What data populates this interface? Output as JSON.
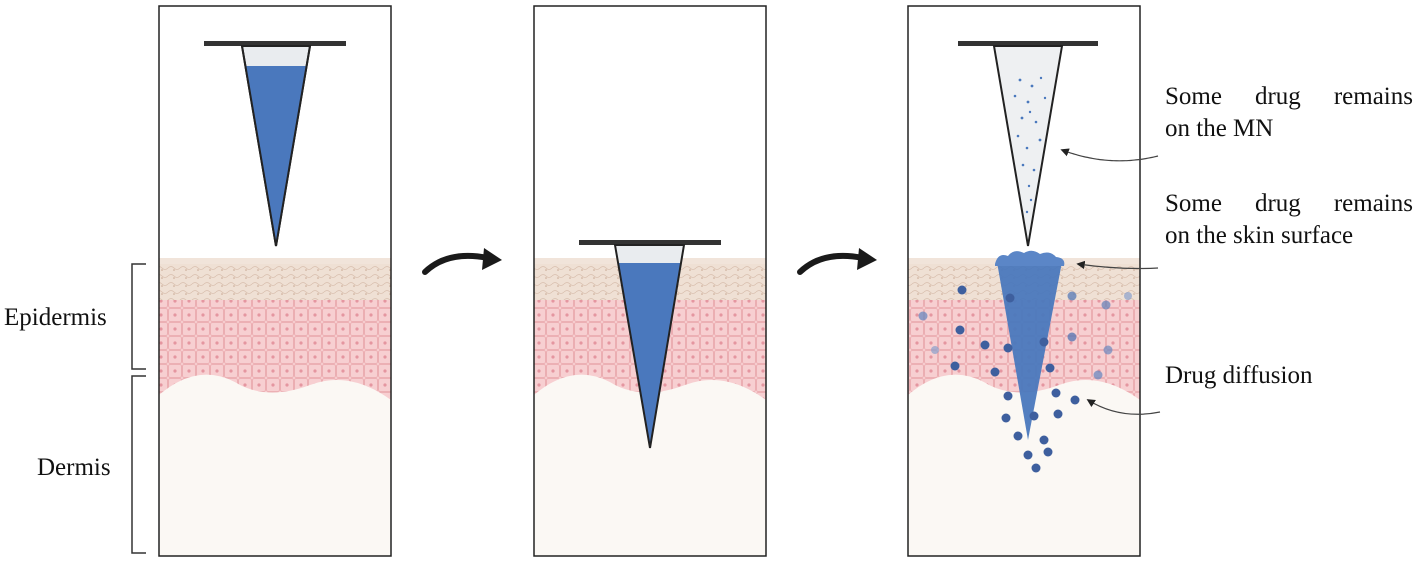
{
  "layer_labels": {
    "epidermis": "Epidermis",
    "dermis": "Dermis"
  },
  "annotations": {
    "mn_remaining": {
      "line1": [
        "Some",
        "drug",
        "remains"
      ],
      "line2": "on the MN"
    },
    "skin_surface": {
      "line1": [
        "Some",
        "drug",
        "remains"
      ],
      "line2": "on the skin surface"
    },
    "diffusion": "Drug diffusion"
  },
  "colors": {
    "drug": "#4a78bd",
    "drug_dark": "#2c4e8c",
    "stratum_corneum": "#ead9cc",
    "viable_epidermis": "#f6c9cc",
    "dermis": "#fbf8f4",
    "cell_line": "#e7a9ad",
    "patch_backing": "#333333",
    "frame": "#222222"
  },
  "panels": [
    {
      "stage": "microneedle above skin"
    },
    {
      "stage": "microneedle inserted"
    },
    {
      "stage": "drug released and diffusing"
    }
  ]
}
